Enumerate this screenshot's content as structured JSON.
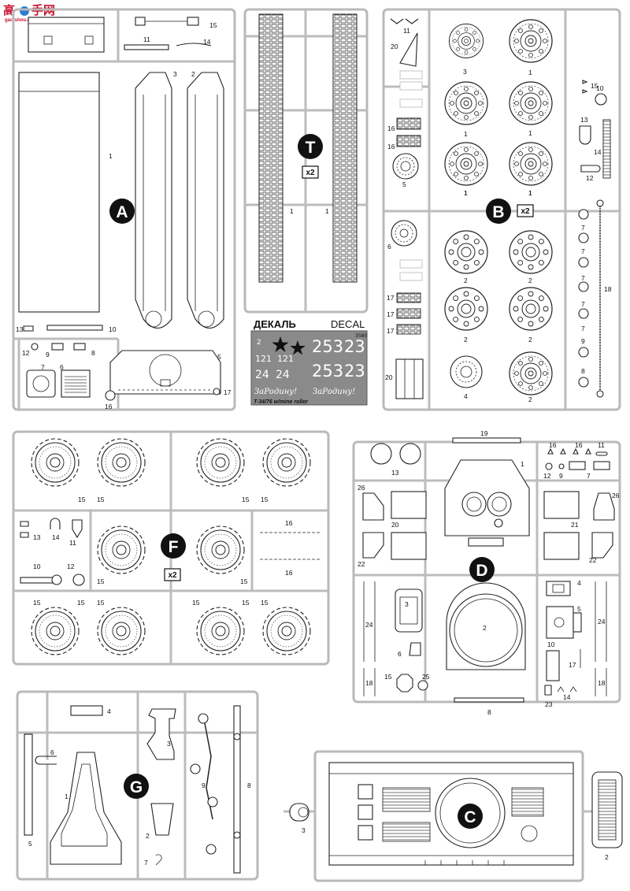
{
  "watermark": {
    "brand_glyph": "高",
    "brand_tail": "手网",
    "site": "gao-shou.com"
  },
  "frame_a": {
    "letter": "A",
    "labels": [
      "15",
      "11",
      "14",
      "3",
      "2",
      "1",
      "13",
      "10",
      "12",
      "9",
      "8",
      "7",
      "6",
      "5",
      "16",
      "17"
    ]
  },
  "frame_t": {
    "letter": "T",
    "quantity": "x2",
    "labels": [
      "1",
      "1"
    ]
  },
  "decal": {
    "heading_ru": "ДЕКАЛЬ",
    "heading_en": "DECAL",
    "number_small": "3580",
    "code": "2",
    "serials": [
      "121",
      "121",
      "24",
      "24"
    ],
    "big_numbers": [
      "253",
      "23",
      "253",
      "23"
    ],
    "slogans": [
      "ЗаРодину!",
      "ЗаРодину!"
    ],
    "caption": "T-34/76 w/mine roller"
  },
  "frame_b": {
    "letter": "B",
    "quantity": "x2",
    "labels": [
      "11",
      "20",
      "3",
      "1",
      "10",
      "15",
      "1",
      "1",
      "13",
      "14",
      "16",
      "16",
      "1",
      "1",
      "12",
      "5",
      "1",
      "1",
      "7",
      "7",
      "6",
      "7",
      "2",
      "2",
      "7",
      "18",
      "7",
      "17",
      "17",
      "2",
      "2",
      "17",
      "9",
      "8",
      "20",
      "4",
      "2"
    ]
  },
  "frame_f": {
    "letter": "F",
    "quantity": "x2",
    "labels": [
      "15",
      "15",
      "15",
      "15",
      "13",
      "14",
      "11",
      "16",
      "16",
      "15",
      "15",
      "10",
      "12",
      "15",
      "15",
      "15",
      "15",
      "15",
      "15"
    ]
  },
  "frame_d": {
    "letter": "D",
    "labels": [
      "19",
      "13",
      "1",
      "16",
      "16",
      "11",
      "12",
      "9",
      "7",
      "26",
      "20",
      "21",
      "26",
      "22",
      "22",
      "4",
      "3",
      "5",
      "24",
      "24",
      "2",
      "6",
      "10",
      "17",
      "18",
      "15",
      "25",
      "18",
      "23",
      "14",
      "8"
    ]
  },
  "frame_g": {
    "letter": "G",
    "labels": [
      "4",
      "6",
      "3",
      "1",
      "9",
      "8",
      "2",
      "5",
      "7"
    ]
  },
  "frame_c": {
    "letter": "C",
    "labels": [
      "3",
      "2"
    ]
  }
}
